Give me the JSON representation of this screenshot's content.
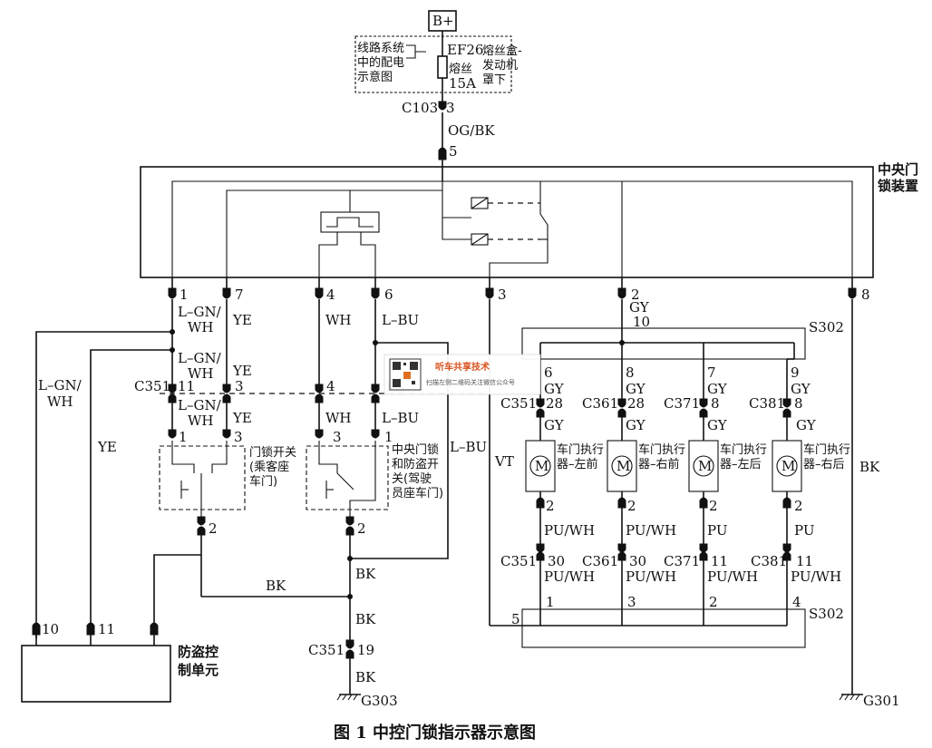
{
  "power": {
    "label": "B+"
  },
  "fuse_box": {
    "ref_lines": [
      "线路系统",
      "中的配电",
      "示意图"
    ],
    "fuse_id": "EF26",
    "fuse_text": [
      "熔丝",
      "15A"
    ],
    "location": [
      "熔丝盒-",
      "发动机",
      "罩下"
    ]
  },
  "c103": {
    "name": "C103",
    "pin": "3"
  },
  "main_feed": {
    "wire": "OG/BK",
    "pin": "5"
  },
  "module": {
    "name": [
      "中央门",
      "锁装置"
    ]
  },
  "module_pins": [
    "1",
    "7",
    "4",
    "6",
    "3",
    "2",
    "8"
  ],
  "wires_top": {
    "p1": [
      "L–GN/",
      "WH"
    ],
    "p7": "YE",
    "p4": "WH",
    "p6": "L–BU",
    "p2": "GY"
  },
  "wires_mid": {
    "p1": [
      "L–GN/",
      "WH"
    ],
    "p7": "YE"
  },
  "c351_left": {
    "name": "C351",
    "pins": [
      "11",
      "3",
      "4",
      "1"
    ]
  },
  "wires_low": {
    "p1": [
      "L–GN/",
      "WH"
    ],
    "p7": "YE",
    "p4": "WH",
    "p6": "L–BU"
  },
  "left_branch": {
    "wire1": [
      "L–GN/",
      "WH"
    ],
    "wire2": "YE"
  },
  "right_lbu": "L–BU",
  "switch_pass": {
    "pins": [
      "1",
      "3",
      "2"
    ],
    "label": [
      "门锁开关",
      "(乘客座",
      "车门)"
    ]
  },
  "switch_driver": {
    "pins": [
      "3",
      "1",
      "2"
    ],
    "label": [
      "中央门锁",
      "和防盗开",
      "关(驾驶",
      "员座车门)"
    ]
  },
  "ground_bus": {
    "wire": "BK",
    "wire2": "BK",
    "wire3": "BK"
  },
  "c351_bottom": {
    "name": "C351",
    "pin": "19",
    "wire": "BK",
    "ground": "G303"
  },
  "alarm_unit": {
    "name": [
      "防盗控",
      "制单元"
    ],
    "pins": [
      "10",
      "11"
    ]
  },
  "splice_top": {
    "name": "S302",
    "pin": "10"
  },
  "vt": "VT",
  "actuators": [
    {
      "conn": "C351",
      "spl_pin": "6",
      "conn_pin": "28",
      "wire": "GY",
      "label": [
        "车门执行",
        "器–左前"
      ],
      "out_pin": "2",
      "out_wire": "PU/WH",
      "conn2_pin": "30",
      "wire2": "PU/WH",
      "bus_pin": "1"
    },
    {
      "conn": "C361",
      "spl_pin": "8",
      "conn_pin": "28",
      "wire": "GY",
      "label": [
        "车门执行",
        "器–右前"
      ],
      "out_pin": "2",
      "out_wire": "PU/WH",
      "conn2_pin": "30",
      "wire2": "PU/WH",
      "bus_pin": "3"
    },
    {
      "conn": "C371",
      "spl_pin": "7",
      "conn_pin": "8",
      "wire": "GY",
      "label": [
        "车门执行",
        "器–左后"
      ],
      "out_pin": "2",
      "out_wire": "PU",
      "conn2_pin": "11",
      "wire2": "PU/WH",
      "bus_pin": "2"
    },
    {
      "conn": "C381",
      "spl_pin": "9",
      "conn_pin": "8",
      "wire": "GY",
      "label": [
        "车门执行",
        "器–右后"
      ],
      "out_pin": "2",
      "out_wire": "PU",
      "conn2_pin": "11",
      "wire2": "PU/WH",
      "bus_pin": "4"
    }
  ],
  "motor_symbol": "M",
  "splice_bottom": {
    "name": "S302",
    "pin": "5"
  },
  "right_ground": {
    "wire": "BK",
    "ground": "G301"
  },
  "watermark": {
    "title": "听车共享技术",
    "subtitle": "扫描左侧二维码关注微信公众号"
  },
  "caption": "图 1   中控门锁指示器示意图"
}
